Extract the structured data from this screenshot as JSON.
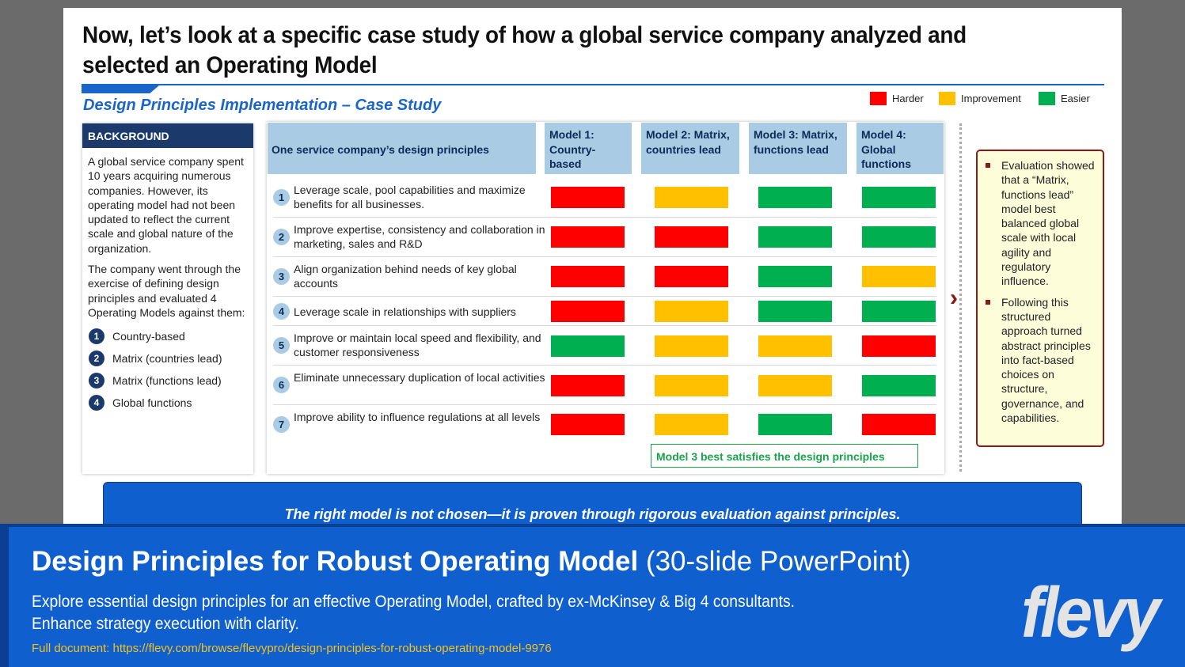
{
  "slide": {
    "title": "Now, let’s look at a specific case study of how a global service company analyzed and selected an Operating Model",
    "subtitle": "Design Principles Implementation – Case Study",
    "legend": [
      {
        "label": "Harder",
        "color": "#ff0000"
      },
      {
        "label": "Improvement",
        "color": "#ffc000"
      },
      {
        "label": "Easier",
        "color": "#00b050"
      }
    ]
  },
  "background": {
    "header": "BACKGROUND",
    "paragraph1": "A global service company spent 10 years acquiring numerous companies. However, its operating model had not been updated to reflect the current scale and global nature of the organization.",
    "paragraph2": "The company went through the exercise of defining design principles and evaluated 4 Operating Models against them:",
    "models": [
      {
        "num": "1",
        "label": "Country-based"
      },
      {
        "num": "2",
        "label": "Matrix (countries lead)"
      },
      {
        "num": "3",
        "label": "Matrix (functions lead)"
      },
      {
        "num": "4",
        "label": "Global functions"
      }
    ]
  },
  "matrix": {
    "principles_header": "One service company’s design principles",
    "model_headers": [
      "Model 1: Country-based",
      "Model 2: Matrix, countries lead",
      "Model 3: Matrix, functions lead",
      "Model 4: Global functions"
    ],
    "rows": [
      {
        "num": "1",
        "text": "Leverage scale, pool capabilities and maximize benefits for all businesses.",
        "ratings": [
          "Harder",
          "Improvement",
          "Easier",
          "Easier"
        ]
      },
      {
        "num": "2",
        "text": "Improve expertise, consistency and collaboration in marketing, sales and R&D",
        "ratings": [
          "Harder",
          "Harder",
          "Easier",
          "Easier"
        ]
      },
      {
        "num": "3",
        "text": "Align organization behind needs of key global accounts",
        "ratings": [
          "Harder",
          "Harder",
          "Easier",
          "Improvement"
        ]
      },
      {
        "num": "4",
        "text": "Leverage scale in relationships with suppliers",
        "ratings": [
          "Harder",
          "Improvement",
          "Easier",
          "Easier"
        ]
      },
      {
        "num": "5",
        "text": "Improve or maintain local speed and flexibility, and customer responsiveness",
        "ratings": [
          "Easier",
          "Improvement",
          "Improvement",
          "Harder"
        ]
      },
      {
        "num": "6",
        "text": "Eliminate unnecessary duplication of local activities",
        "ratings": [
          "Harder",
          "Improvement",
          "Improvement",
          "Easier"
        ]
      },
      {
        "num": "7",
        "text": "Improve ability to influence regulations at all levels",
        "ratings": [
          "Harder",
          "Improvement",
          "Easier",
          "Harder"
        ]
      }
    ],
    "conclusion": "Model 3 best satisfies the design principles"
  },
  "evaluation": {
    "chevron_icon": "double-chevron-right",
    "bullets": [
      "Evaluation showed that a “Matrix, functions lead” model best balanced global scale with local agility and regulatory influence.",
      "Following this structured approach turned abstract principles into fact-based choices on structure, governance, and capabilities."
    ]
  },
  "banner": {
    "text": "The right model is not chosen—it is proven through rigorous evaluation against principles."
  },
  "promo": {
    "title_main": "Design Principles for Robust Operating Model",
    "title_suffix": "(30-slide PowerPoint)",
    "description_line1": "Explore essential design principles for an effective Operating Model, crafted by ex-McKinsey & Big 4 consultants.",
    "description_line2": "Enhance strategy execution with clarity.",
    "link": "Full document: https://flevy.com/browse/flevypro/design-principles-for-robust-operating-model-9976",
    "logo": "flevy"
  }
}
